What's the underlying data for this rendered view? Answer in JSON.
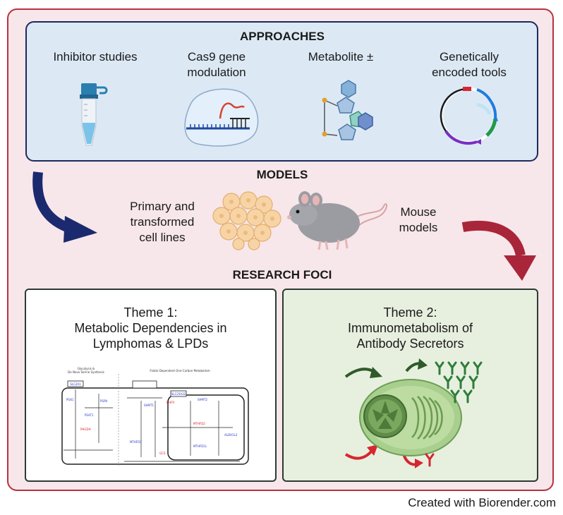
{
  "approaches": {
    "heading": "APPROACHES",
    "items": [
      {
        "label_line1": "Inhibitor studies",
        "label_line2": ""
      },
      {
        "label_line1": "Cas9 gene",
        "label_line2": "modulation"
      },
      {
        "label_line1": "Metabolite ±",
        "label_line2": ""
      },
      {
        "label_line1": "Genetically",
        "label_line2": "encoded tools"
      }
    ]
  },
  "models": {
    "heading": "MODELS",
    "cell_lines_line1": "Primary and",
    "cell_lines_line2": "transformed",
    "cell_lines_line3": "cell lines",
    "mouse_line1": "Mouse",
    "mouse_line2": "models"
  },
  "research_foci": {
    "heading": "RESEARCH FOCI",
    "theme1": {
      "line1": "Theme 1:",
      "line2": "Metabolic Dependencies in",
      "line3": "Lymphomas & LPDs"
    },
    "theme2": {
      "line1": "Theme 2:",
      "line2": "Immunometabolism of",
      "line3": "Antibody Secretors"
    },
    "pathway": {
      "left_title_1": "Glycolysis &",
      "left_title_2": "De Novo Serine Synthesis",
      "right_title": "Folate Dependent One-Carbon Metabolism",
      "enzymes": [
        "SLC2A1",
        "PGK1",
        "PSPH",
        "PSAT1",
        "PHGDH",
        "SHMT2",
        "SHMT1",
        "MTHFD1",
        "MTHFD2",
        "DHFR",
        "ALDH1L2",
        "MTHFD1L",
        "GCS",
        "SLC25A32"
      ]
    }
  },
  "credit": "Created with Biorender.com",
  "colors": {
    "frame_border": "#b8323f",
    "frame_fill": "#f7e7ea",
    "approaches_fill": "#dce9f5",
    "blue_arrow": "#1b2a6e",
    "red_arrow": "#a9263a",
    "theme2_fill": "#e7f0df"
  }
}
